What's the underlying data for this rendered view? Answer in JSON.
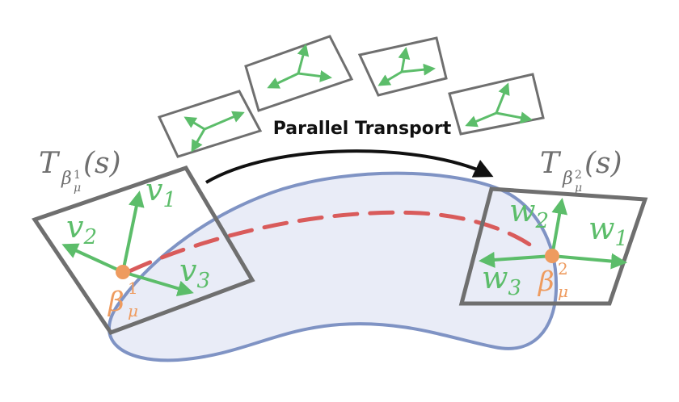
{
  "diagram": {
    "caption": "Parallel Transport",
    "colors": {
      "manifold_fill": "#e9ecf7",
      "manifold_stroke": "#7f93c4",
      "frame_stroke": "#6f6f6f",
      "vector": "#5cbd6a",
      "point": "#ee9b5f",
      "geodesic": "#d95b5b",
      "arrow": "#111111"
    },
    "left_plane": {
      "T": "T",
      "sub": "β",
      "sub_sub": "μ",
      "sub_sup": "1",
      "arg": "(s)",
      "point": {
        "base": "β",
        "sup": "1",
        "sub": "μ"
      },
      "vectors": [
        {
          "base": "v",
          "sub": "1"
        },
        {
          "base": "v",
          "sub": "2"
        },
        {
          "base": "v",
          "sub": "3"
        }
      ]
    },
    "right_plane": {
      "T": "T",
      "sub": "β",
      "sub_sub": "μ",
      "sub_sup": "2",
      "arg": "(s)",
      "point": {
        "base": "β",
        "sup": "2",
        "sub": "μ"
      },
      "vectors": [
        {
          "base": "w",
          "sub": "1"
        },
        {
          "base": "w",
          "sub": "2"
        },
        {
          "base": "w",
          "sub": "3"
        }
      ]
    },
    "intermediate_frames": 4
  }
}
